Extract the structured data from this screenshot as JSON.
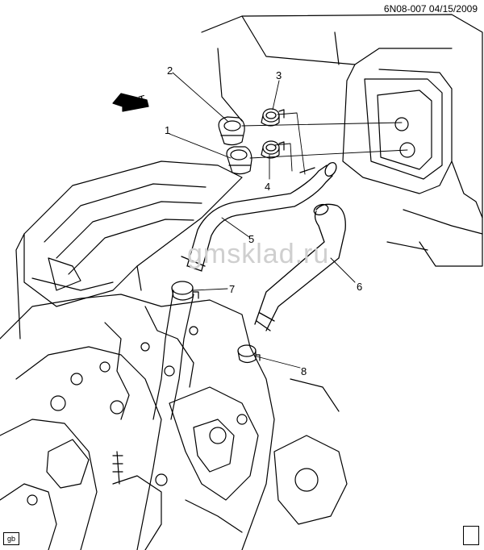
{
  "header": {
    "reference": "6N08-007  04/15/2009"
  },
  "watermark": "gmsklad.ru",
  "footer": {
    "code": "gb"
  },
  "front_arrow": {
    "label": "FRT"
  },
  "callouts": [
    {
      "id": "1",
      "label": "1"
    },
    {
      "id": "2",
      "label": "2"
    },
    {
      "id": "3",
      "label": "3"
    },
    {
      "id": "4",
      "label": "4"
    },
    {
      "id": "5",
      "label": "5"
    },
    {
      "id": "6",
      "label": "6"
    },
    {
      "id": "7",
      "label": "7"
    },
    {
      "id": "8",
      "label": "8"
    }
  ]
}
